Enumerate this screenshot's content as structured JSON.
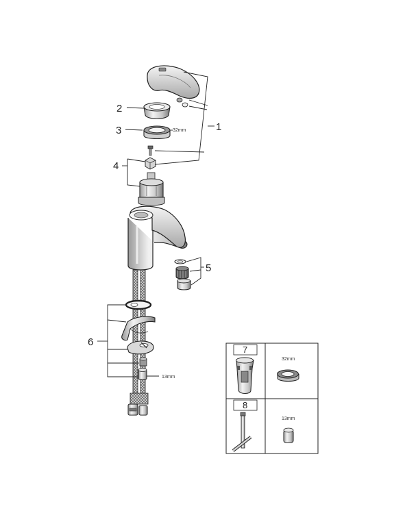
{
  "callouts": {
    "c1": "1",
    "c2": "2",
    "c3": "3",
    "c4": "4",
    "c5": "5",
    "c6": "6"
  },
  "dimensions": {
    "nut_size": "32mm",
    "hose_nut_size": "13mm"
  },
  "tools_box": {
    "tool7_num": "7",
    "tool7_size": "32mm",
    "tool8_num": "8",
    "tool8_size": "13mm"
  },
  "colors": {
    "line": "#222222",
    "part_light": "#e4e4e4",
    "part_mid": "#b8b8b8",
    "part_dark": "#6a6a6a"
  }
}
